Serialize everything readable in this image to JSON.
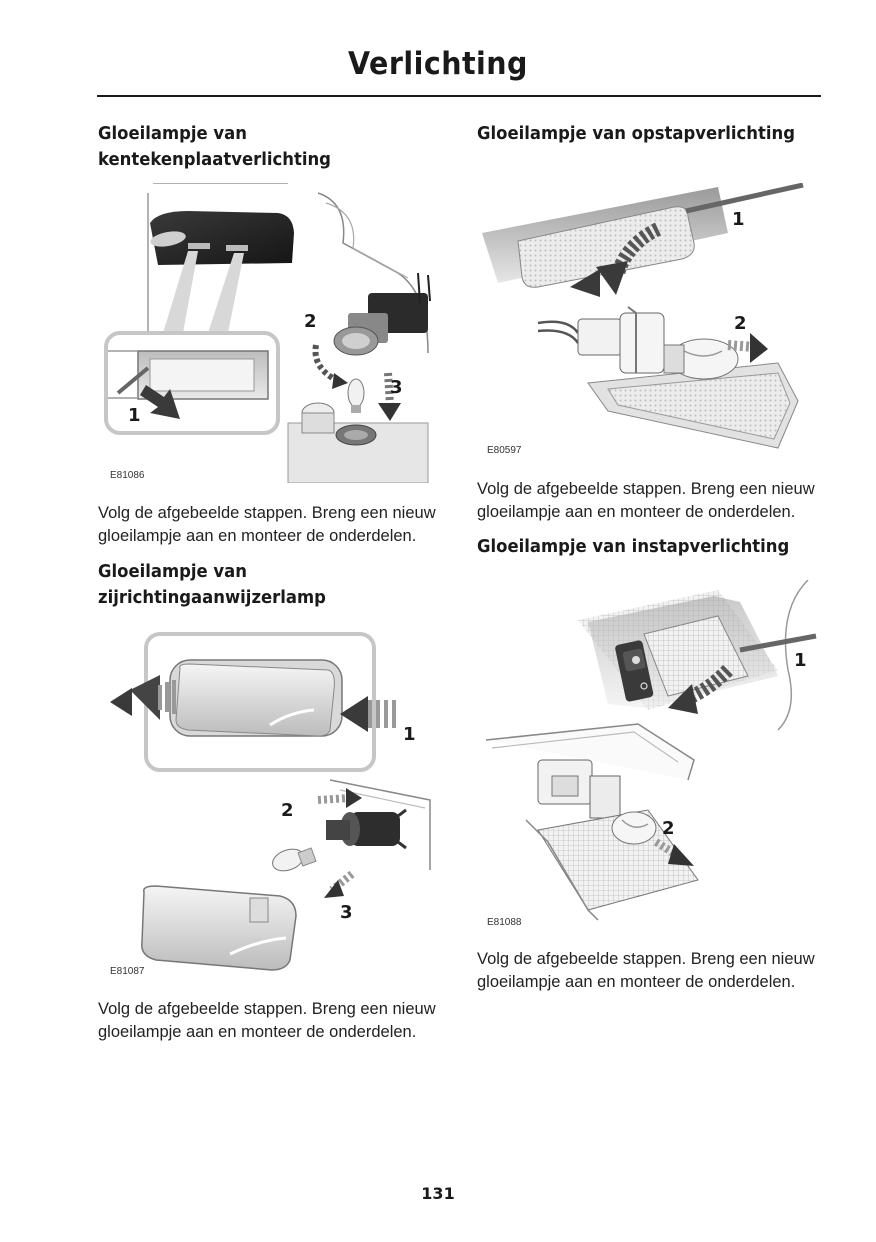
{
  "page": {
    "title": "Verlichting",
    "page_number": "131"
  },
  "sections": {
    "kenteken": {
      "heading_line1": "Gloeilampje van",
      "heading_line2": "kentekenplaatverlichting",
      "figure_code": "E81086",
      "callouts": [
        "1",
        "2",
        "3"
      ],
      "body_line1": "Volg de afgebeelde stappen. Breng een nieuw",
      "body_line2": "gloeilampje aan en monteer de onderdelen."
    },
    "zijrichting": {
      "heading_line1": "Gloeilampje van",
      "heading_line2": "zijrichtingaanwijzerlamp",
      "figure_code": "E81087",
      "callouts": [
        "1",
        "2",
        "3"
      ],
      "body_line1": "Volg de afgebeelde stappen. Breng een nieuw",
      "body_line2": "gloeilampje aan en monteer de onderdelen."
    },
    "opstap": {
      "heading": "Gloeilampje van opstapverlichting",
      "figure_code": "E80597",
      "callouts": [
        "1",
        "2"
      ],
      "body_line1": "Volg de afgebeelde stappen. Breng een nieuw",
      "body_line2": "gloeilampje aan en monteer de onderdelen."
    },
    "instap": {
      "heading": "Gloeilampje van instapverlichting",
      "figure_code": "E81088",
      "callouts": [
        "1",
        "2"
      ],
      "body_line1": "Volg de afgebeelde stappen. Breng een nieuw",
      "body_line2": "gloeilampje aan en monteer de onderdelen."
    }
  }
}
